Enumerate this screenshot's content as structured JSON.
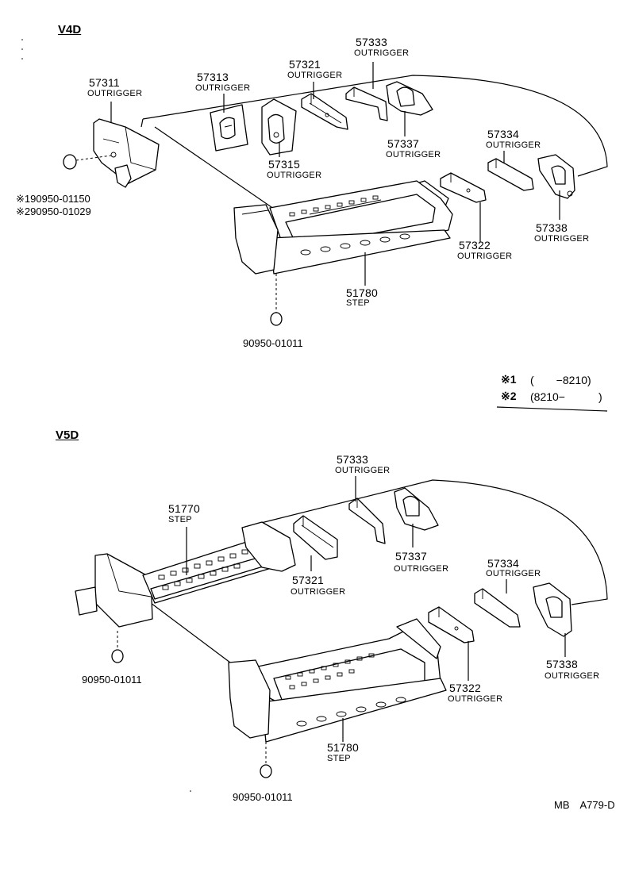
{
  "sections": {
    "v4d": "V4D",
    "v5d": "V5D"
  },
  "v4d": {
    "p57311": {
      "number": "57311",
      "name": "OUTRIGGER"
    },
    "p57313": {
      "number": "57313",
      "name": "OUTRIGGER"
    },
    "p57321": {
      "number": "57321",
      "name": "OUTRIGGER"
    },
    "p57333": {
      "number": "57333",
      "name": "OUTRIGGER"
    },
    "p57337": {
      "number": "57337",
      "name": "OUTRIGGER"
    },
    "p57315": {
      "number": "57315",
      "name": "OUTRIGGER"
    },
    "p57334": {
      "number": "57334",
      "name": "OUTRIGGER"
    },
    "p57338": {
      "number": "57338",
      "name": "OUTRIGGER"
    },
    "p57322": {
      "number": "57322",
      "name": "OUTRIGGER"
    },
    "p51780": {
      "number": "51780",
      "name": "STEP"
    },
    "clip1": "※190950-01150",
    "clip2": "※290950-01029",
    "clip3": "90950-01011"
  },
  "legend": {
    "row1_mark": "※1",
    "row1_range": "(　　−8210)",
    "row2_mark": "※2",
    "row2_range": "(8210−　　　)"
  },
  "v5d": {
    "p57333": {
      "number": "57333",
      "name": "OUTRIGGER"
    },
    "p51770": {
      "number": "51770",
      "name": "STEP"
    },
    "p57337": {
      "number": "57337",
      "name": "OUTRIGGER"
    },
    "p57321": {
      "number": "57321",
      "name": "OUTRIGGER"
    },
    "p57334": {
      "number": "57334",
      "name": "OUTRIGGER"
    },
    "p57338": {
      "number": "57338",
      "name": "OUTRIGGER"
    },
    "p57322": {
      "number": "57322",
      "name": "OUTRIGGER"
    },
    "p51780": {
      "number": "51780",
      "name": "STEP"
    },
    "clip1": "90950-01011",
    "clip2": "90950-01011"
  },
  "footer": {
    "code": "MB　A779-D"
  }
}
